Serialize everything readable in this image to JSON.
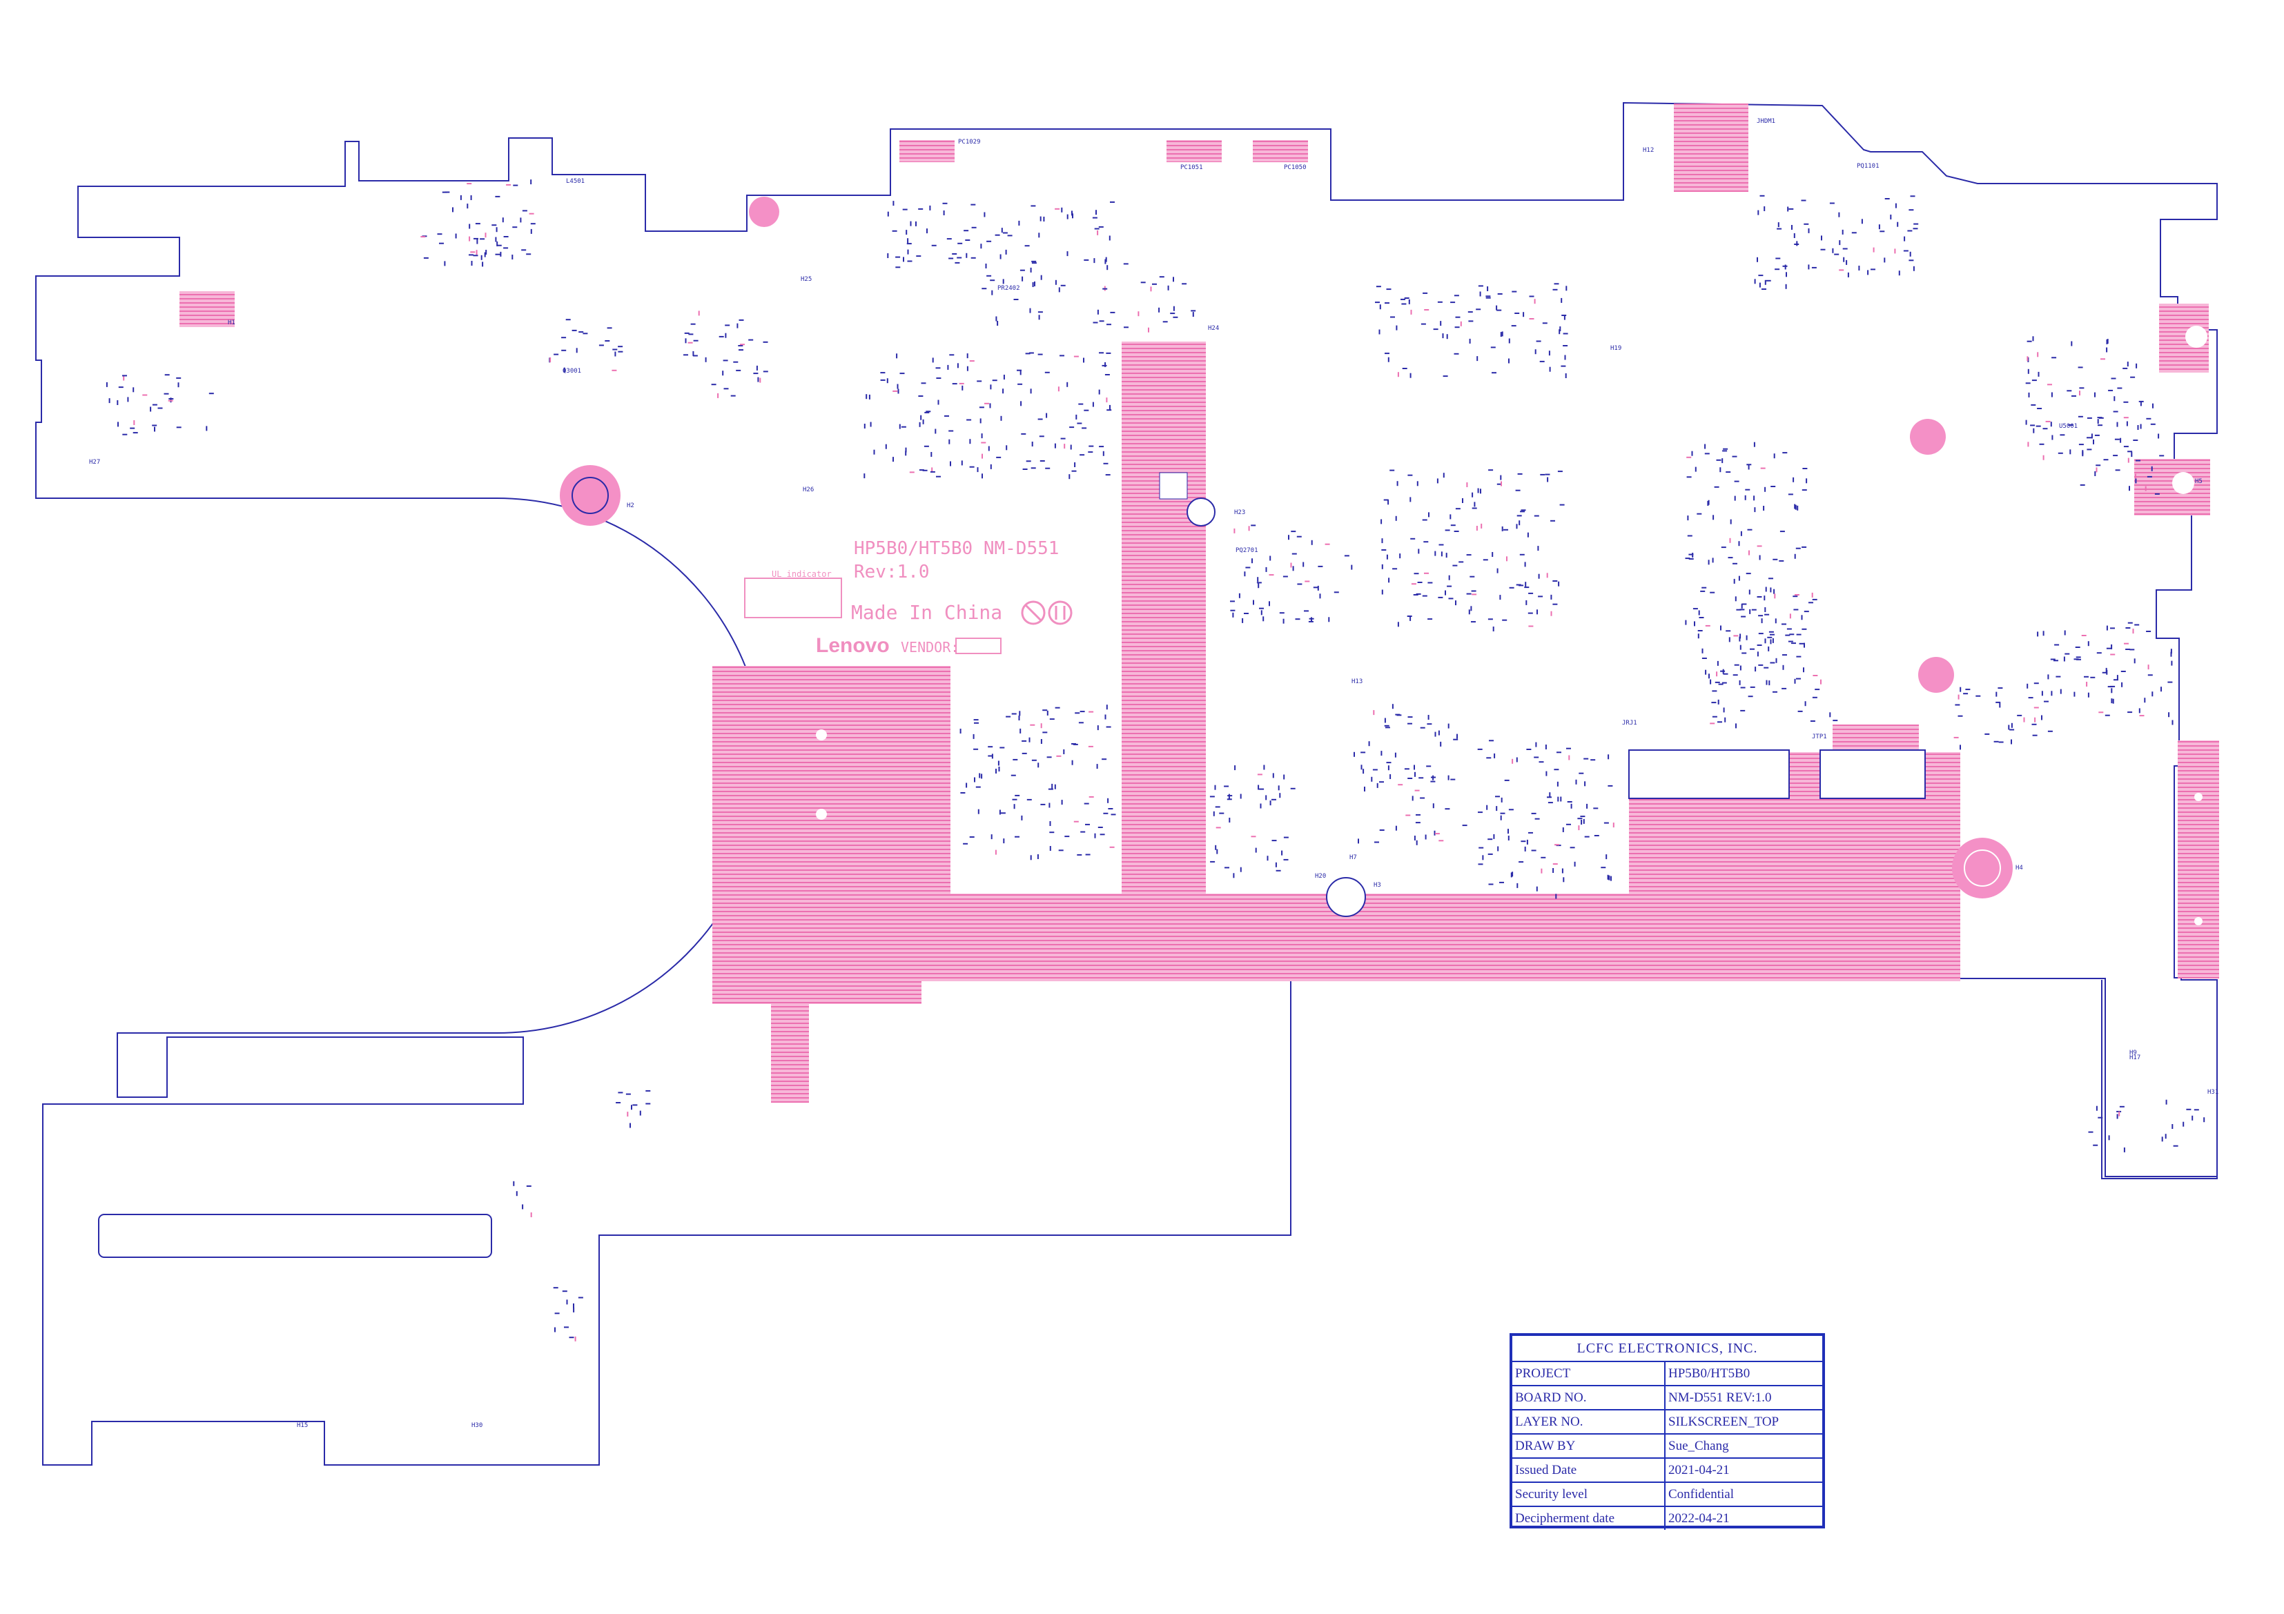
{
  "board": {
    "project_line": "HP5B0/HT5B0 NM-D551",
    "rev_line": "Rev:1.0",
    "made_in": "Made In China",
    "brand": "Lenovo",
    "vendor_label": "VENDOR:",
    "ul_label": "UL indicator",
    "colors": {
      "outline": "#2a2aa8",
      "copper": "#f490c6",
      "text_blue": "#2a2aa8",
      "text_pink": "#f08fc0"
    }
  },
  "labels": [
    {
      "id": "lbl-h1",
      "text": "H1"
    },
    {
      "id": "lbl-h2",
      "text": "H2"
    },
    {
      "id": "lbl-h3",
      "text": "H3"
    },
    {
      "id": "lbl-h4",
      "text": "H4"
    },
    {
      "id": "lbl-h5",
      "text": "H5"
    },
    {
      "id": "lbl-h7",
      "text": "H7"
    },
    {
      "id": "lbl-h9",
      "text": "H9"
    },
    {
      "id": "lbl-h12",
      "text": "H12"
    },
    {
      "id": "lbl-h13",
      "text": "H13"
    },
    {
      "id": "lbl-h15",
      "text": "H15"
    },
    {
      "id": "lbl-h17",
      "text": "H17"
    },
    {
      "id": "lbl-h19",
      "text": "H19"
    },
    {
      "id": "lbl-h20",
      "text": "H20"
    },
    {
      "id": "lbl-h23",
      "text": "H23"
    },
    {
      "id": "lbl-h24",
      "text": "H24"
    },
    {
      "id": "lbl-h25",
      "text": "H25"
    },
    {
      "id": "lbl-h26",
      "text": "H26"
    },
    {
      "id": "lbl-h27",
      "text": "H27"
    },
    {
      "id": "lbl-h30",
      "text": "H30"
    },
    {
      "id": "lbl-h31",
      "text": "H31"
    },
    {
      "id": "lbl-j1",
      "text": "JHDM1"
    },
    {
      "id": "lbl-jrj",
      "text": "JRJ1"
    },
    {
      "id": "lbl-jtp",
      "text": "JTP1"
    },
    {
      "id": "lbl-q3",
      "text": "Q3001"
    },
    {
      "id": "lbl-pc1",
      "text": "PC1029"
    },
    {
      "id": "lbl-pc2",
      "text": "PC1050"
    },
    {
      "id": "lbl-pc3",
      "text": "PC1051"
    },
    {
      "id": "lbl-pq1",
      "text": "PQ1101"
    },
    {
      "id": "lbl-pq2",
      "text": "PQ2701"
    },
    {
      "id": "lbl-pr1",
      "text": "PR2402"
    },
    {
      "id": "lbl-l1",
      "text": "L4501"
    },
    {
      "id": "lbl-u1",
      "text": "U5001"
    }
  ],
  "title_block": {
    "company": "LCFC ELECTRONICS, INC.",
    "rows": [
      {
        "key": "PROJECT",
        "value": "HP5B0/HT5B0"
      },
      {
        "key": "BOARD NO.",
        "value": "NM-D551   REV:1.0"
      },
      {
        "key": "LAYER NO.",
        "value": "SILKSCREEN_TOP"
      },
      {
        "key": "DRAW BY",
        "value": "Sue_Chang"
      },
      {
        "key": "Issued  Date",
        "value": "2021-04-21"
      },
      {
        "key": "Security level",
        "value": "Confidential"
      },
      {
        "key": "Decipherment date",
        "value": "2022-04-21"
      }
    ]
  }
}
